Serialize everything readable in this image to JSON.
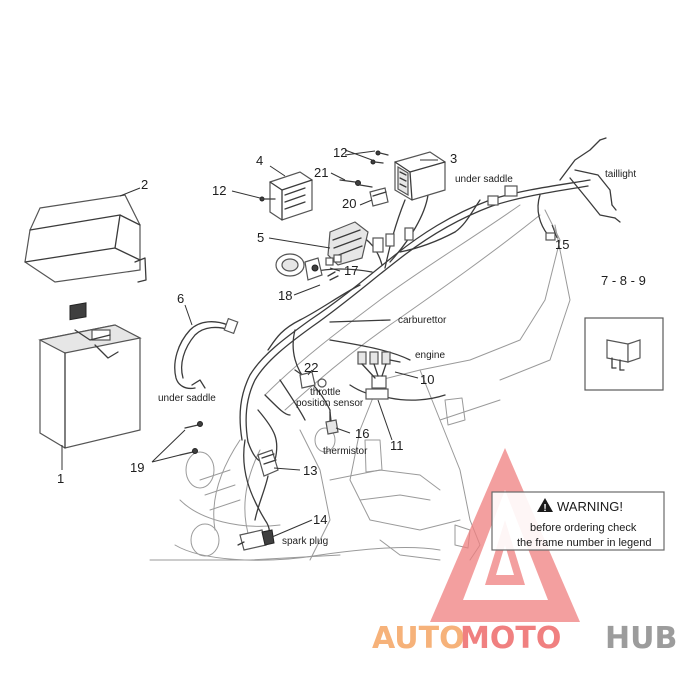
{
  "callouts": {
    "n1": "1",
    "n2": "2",
    "n3": "3",
    "n4": "4",
    "n5": "5",
    "n6": "6",
    "n10": "10",
    "n11": "11",
    "n12a": "12",
    "n12b": "12",
    "n13": "13",
    "n14": "14",
    "n15": "15",
    "n16": "16",
    "n17": "17",
    "n18": "18",
    "n19": "19",
    "n20": "20",
    "n21": "21",
    "n22": "22",
    "n789": "7 - 8 - 9"
  },
  "labels": {
    "under_saddle_top": "under saddle",
    "under_saddle_left": "under saddle",
    "taillight": "taillight",
    "carburettor": "carburettor",
    "engine": "engine",
    "throttle_line1": "throttle",
    "throttle_line2": "position sensor",
    "thermistor": "thermistor",
    "spark_plug": "spark plug"
  },
  "warning": {
    "title": "WARNING!",
    "line1": "before ordering check",
    "line2": "the frame number in legend"
  },
  "watermark": {
    "part_auto": "AUTO",
    "part_moto": "MOTO",
    "part_hub": "HUB"
  },
  "colors": {
    "watermark_orange": "#f6b27a",
    "watermark_red": "#f08080",
    "watermark_grey": "#9c9c9c"
  }
}
